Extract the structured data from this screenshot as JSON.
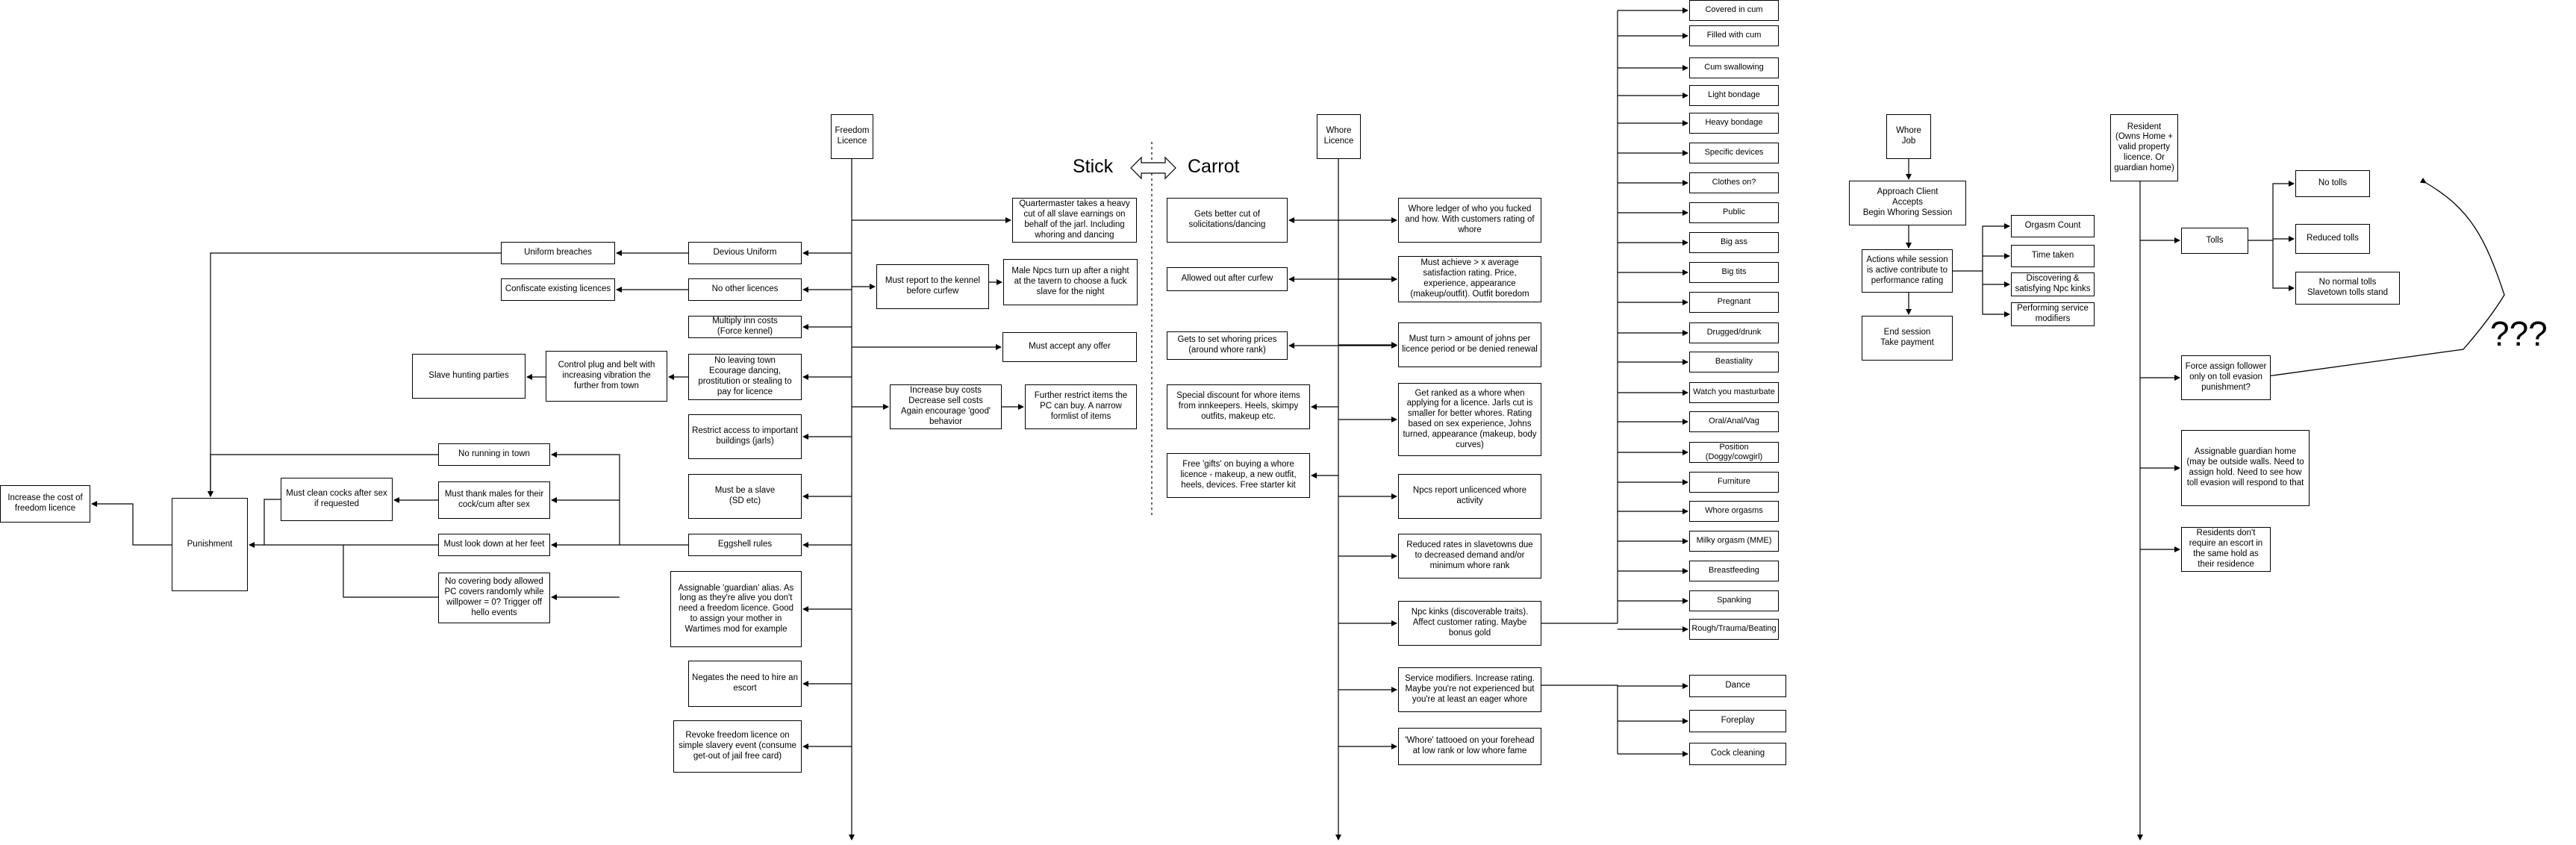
{
  "headers": {
    "freedom_licence": "Freedom\nLicence",
    "whore_licence": "Whore\nLicence",
    "whore_job": "Whore\nJob",
    "resident": "Resident\n(Owns Home +\nvalid property\nlicence. Or\nguardian home)",
    "stick": "Stick",
    "carrot": "Carrot",
    "question_marks": "???"
  },
  "punishment": {
    "increase_cost": "Increase the cost of freedom licence",
    "punishment": "Punishment",
    "uniform_breaches": "Uniform breaches",
    "confiscate": "Confiscate existing licences",
    "slave_hunting": "Slave hunting parties",
    "control_plug": "Control plug and belt with increasing vibration the further from town",
    "no_running": "No running in town",
    "must_clean": "Must clean cocks after sex if requested",
    "must_thank": "Must thank males for their cock/cum after sex",
    "must_look": "Must look down at her feet",
    "no_covering": "No covering body allowed PC covers randomly while willpower = 0? Trigger off hello events"
  },
  "freedom": {
    "devious_uniform": "Devious Uniform",
    "no_other_licences": "No other licences",
    "multiply_inn": "Multiply inn costs\n(Force kennel)",
    "no_leaving": "No leaving town\nEcourage dancing, prostitution or stealing to pay for licence",
    "restrict_access": "Restrict access to important buildings (jarls)",
    "must_be_slave": "Must be a slave\n(SD etc)",
    "eggshell": "Eggshell rules",
    "assignable_guardian": "Assignable 'guardian' alias. As long as they're alive you don't need a freedom licence. Good to assign your mother in Wartimes mod for example",
    "negates_escort": "Negates the need to hire an escort",
    "revoke": "Revoke freedom licence on simple slavery event (consume get-out of jail free card)",
    "quartermaster": "Quartermaster takes a heavy cut of all slave earnings on behalf of the jarl. Including whoring and dancing",
    "must_report": "Must report to the kennel before curfew",
    "male_npcs": "Male Npcs turn up after a night at the tavern to choose a fuck slave for the night",
    "must_accept": "Must accept any offer",
    "increase_buy": "Increase buy costs\nDecrease sell costs\nAgain encourage 'good' behavior",
    "further_restrict": "Further restrict items the PC can buy. A narrow formlist of items"
  },
  "carrot": {
    "better_cut": "Gets better cut of solicitations/dancing",
    "allowed_out": "Allowed out after curfew",
    "sets_prices": "Gets to set whoring prices (around whore rank)",
    "special_discount": "Special discount for whore items from innkeepers. Heels, skimpy outfits, makeup etc.",
    "free_gifts": "Free 'gifts' on buying a whore licence - makeup, a new outfit, heels, devices. Free starter kit"
  },
  "whore": {
    "ledger": "Whore ledger of who you fucked and how. With customers rating of whore",
    "must_achieve": "Must achieve > x average satisfaction rating. Price, experience, appearance (makeup/outfit). Outfit boredom",
    "must_turn": "Must turn > amount of johns per licence period or be denied renewal",
    "get_ranked": "Get ranked as a whore when applying for a licence. Jarls cut is smaller for better whores. Rating based on sex experience, Johns turned, appearance (makeup, body curves)",
    "npcs_report": "Npcs report unlicenced whore activity",
    "reduced_rates": "Reduced rates in slavetowns due to decreased demand and/or minimum whore rank",
    "npc_kinks": "Npc kinks (discoverable traits). Affect customer rating. Maybe bonus gold",
    "service_modifiers": "Service modifiers. Increase rating. Maybe you're not experienced but you're at least an eager whore",
    "tattooed": "'Whore' tattooed on your forehead at low rank or low whore fame"
  },
  "kinks": [
    "Covered in cum",
    "Filled with cum",
    "Cum swallowing",
    "Light bondage",
    "Heavy bondage",
    "Specific devices",
    "Clothes on?",
    "Public",
    "Big ass",
    "Big tits",
    "Pregnant",
    "Drugged/drunk",
    "Beastiality",
    "Watch you masturbate",
    "Oral/Anal/Vag",
    "Position (Doggy/cowgirl)",
    "Furniture",
    "Whore orgasms",
    "Milky orgasm (MME)",
    "Breastfeeding",
    "Spanking",
    "Rough/Trauma/Beating"
  ],
  "services": [
    "Dance",
    "Foreplay",
    "Cock cleaning"
  ],
  "job": {
    "approach": "Approach Client\nAccepts\nBegin Whoring Session",
    "actions": "Actions while session is active contribute to performance rating",
    "end": "End session\nTake payment",
    "orgasm_count": "Orgasm Count",
    "time_taken": "Time taken",
    "discovering": "Discovering & satisfying Npc kinks",
    "performing": "Performing service modifiers"
  },
  "resident_items": {
    "tolls": "Tolls",
    "no_tolls": "No tolls",
    "reduced_tolls": "Reduced tolls",
    "no_normal_tolls": "No normal tolls\nSlavetown tolls stand",
    "force_assign": "Force assign follower only on toll evasion punishment?",
    "assignable_guardian_home": "Assignable guardian home (may be outside walls. Need to assign hold. Need to see how toll evasion will respond to that",
    "residents_dont": "Residents don't require an escort in the same hold as their residence"
  }
}
